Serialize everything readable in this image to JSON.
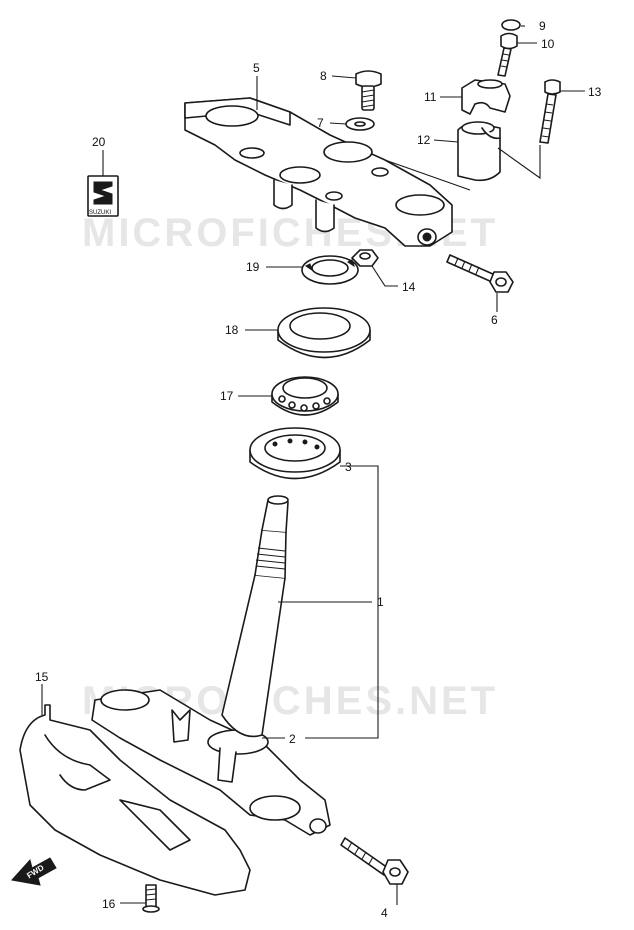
{
  "watermarks": [
    "MICROFICHES.NET",
    "MICROFICHES.NET"
  ],
  "badge_text": "SUZUKI",
  "fwd_label": "FWD",
  "callouts": {
    "p1": "1",
    "p2": "2",
    "p3": "3",
    "p4": "4",
    "p5": "5",
    "p6": "6",
    "p7": "7",
    "p8": "8",
    "p9": "9",
    "p10": "10",
    "p11": "11",
    "p12": "12",
    "p13": "13",
    "p14": "14",
    "p15": "15",
    "p16": "16",
    "p17": "17",
    "p18": "18",
    "p19": "19",
    "p20": "20"
  }
}
